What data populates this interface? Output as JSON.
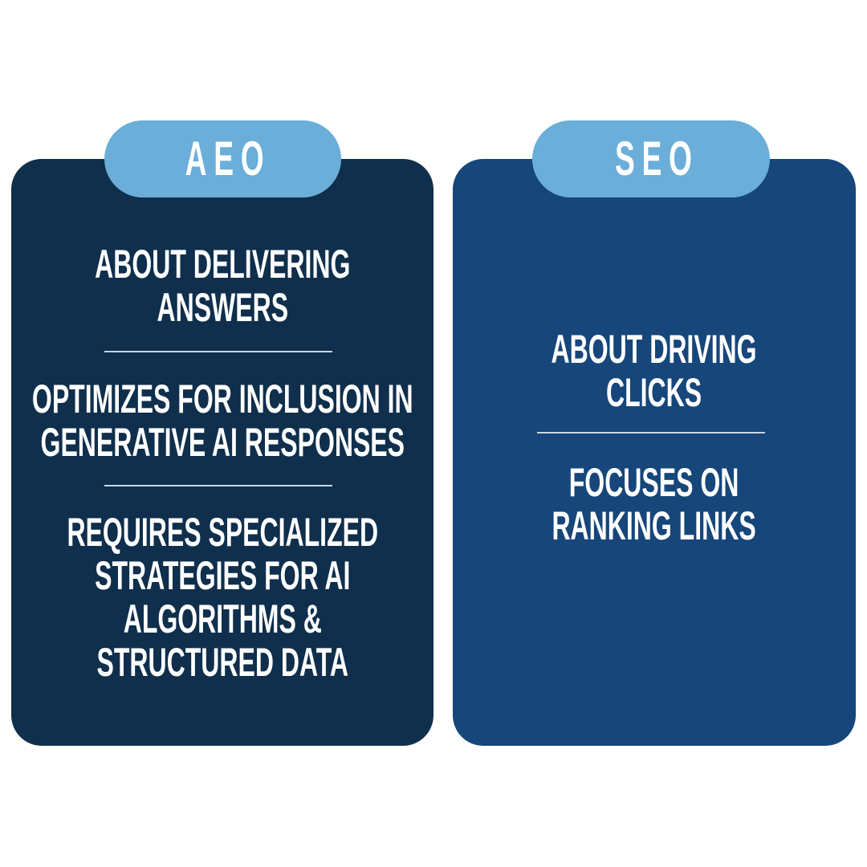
{
  "colors": {
    "aeo_card": "#0f2f4c",
    "seo_card": "#16467a",
    "pill": "#6aaed9",
    "text": "#ffffff"
  },
  "aeo": {
    "title": "AEO",
    "points": [
      "ABOUT DELIVERING\nANSWERS",
      "OPTIMIZES FOR INCLUSION IN\nGENERATIVE AI RESPONSES",
      "REQUIRES SPECIALIZED\nSTRATEGIES FOR AI\nALGORITHMS &\nSTRUCTURED DATA"
    ]
  },
  "seo": {
    "title": "SEO",
    "points": [
      "ABOUT DRIVING\nCLICKS",
      "FOCUSES ON\nRANKING LINKS"
    ]
  }
}
